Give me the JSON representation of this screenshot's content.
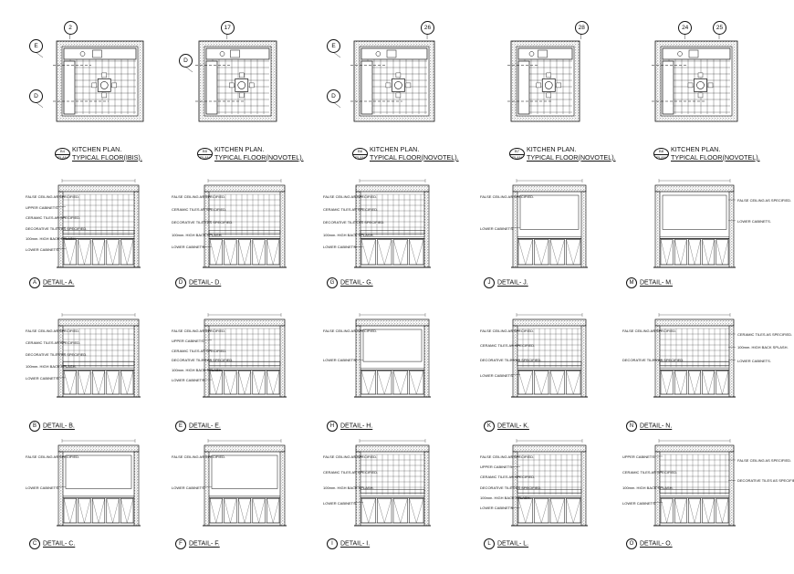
{
  "plans": [
    {
      "callouts": [
        {
          "id": "2",
          "pos": "top"
        },
        {
          "id": "E",
          "pos": "left-top"
        },
        {
          "id": "D",
          "pos": "left-bottom"
        }
      ],
      "title_line1": "KITCHEN PLAN.",
      "title_line2": "TYPICAL FLOOR(IBIS).",
      "badge_top": "B4",
      "badge_bottom": "PLAN"
    },
    {
      "callouts": [
        {
          "id": "17",
          "pos": "top"
        },
        {
          "id": "D",
          "pos": "left-mid"
        }
      ],
      "title_line1": "KITCHEN PLAN.",
      "title_line2": "TYPICAL FLOOR(NOVOTEL).",
      "badge_top": "B5",
      "badge_bottom": "PLAN"
    },
    {
      "callouts": [
        {
          "id": "26",
          "pos": "top"
        },
        {
          "id": "E",
          "pos": "left-top"
        },
        {
          "id": "D",
          "pos": "left-bottom"
        }
      ],
      "title_line1": "KITCHEN PLAN.",
      "title_line2": "TYPICAL FLOOR(NOVOTEL).",
      "badge_top": "B6",
      "badge_bottom": "PLAN"
    },
    {
      "callouts": [
        {
          "id": "28",
          "pos": "top"
        }
      ],
      "title_line1": "KITCHEN PLAN.",
      "title_line2": "TYPICAL FLOOR(NOVOTEL).",
      "badge_top": "B7",
      "badge_bottom": "PLAN"
    },
    {
      "callouts": [
        {
          "id": "24",
          "pos": "top"
        },
        {
          "id": "25",
          "pos": "top2"
        }
      ],
      "title_line1": "KITCHEN PLAN.",
      "title_line2": "TYPICAL FLOOR(NOVOTEL).",
      "badge_top": "B8",
      "badge_bottom": "PLAN"
    }
  ],
  "details": [
    {
      "letter": "A",
      "label": "DETAIL- A.",
      "variant": "tiled",
      "notes_left": [
        "FALSE CEILING AS SPECIFIED.",
        "UPPER CABINETS.",
        "CERAMIC TILES AS SPECIFIED.",
        "DECORATIVE TILES AS SPECIFIED.",
        "100mm. HIGH BACK SPLASH.",
        "LOWER CABINETS."
      ],
      "notes_right": []
    },
    {
      "letter": "D",
      "label": "DETAIL- D.",
      "variant": "tiled",
      "notes_left": [
        "FALSE CEILING AS SPECIFIED.",
        "CERAMIC TILES AS SPECIFIED.",
        "DECORATIVE TILES AS SPECIFIED.",
        "100mm. HIGH BACK SPLASH.",
        "LOWER CABINETS."
      ],
      "notes_right": []
    },
    {
      "letter": "G",
      "label": "DETAIL- G.",
      "variant": "tiled",
      "notes_left": [
        "FALSE CEILING AS SPECIFIED.",
        "CERAMIC TILES AS SPECIFIED.",
        "DECORATIVE TILES AS SPECIFIED.",
        "100mm. HIGH BACK SPLASH.",
        "LOWER CABINETS."
      ],
      "notes_right": []
    },
    {
      "letter": "J",
      "label": "DETAIL- J.",
      "variant": "plain",
      "notes_left": [
        "FALSE CEILING AS SPECIFIED.",
        "LOWER CABINETS."
      ],
      "notes_right": []
    },
    {
      "letter": "M",
      "label": "DETAIL- M.",
      "variant": "plain",
      "notes_left": [],
      "notes_right": [
        "FALSE CEILING AS SPECIFIED.",
        "LOWER CABINETS."
      ]
    },
    {
      "letter": "B",
      "label": "DETAIL- B.",
      "variant": "tiled",
      "notes_left": [
        "FALSE CEILING AS SPECIFIED.",
        "CERAMIC TILES AS SPECIFIED.",
        "DECORATIVE TILES AS SPECIFIED.",
        "100mm. HIGH BACK SPLASH.",
        "LOWER CABINETS."
      ],
      "notes_right": []
    },
    {
      "letter": "E",
      "label": "DETAIL- E.",
      "variant": "tiled",
      "notes_left": [
        "FALSE CEILING AS SPECIFIED.",
        "UPPER CABINETS.",
        "CERAMIC TILES AS SPECIFIED.",
        "DECORATIVE TILES AS SPECIFIED.",
        "100mm. HIGH BACK SPLASH.",
        "LOWER CABINETS."
      ],
      "notes_right": []
    },
    {
      "letter": "H",
      "label": "DETAIL- H.",
      "variant": "plain",
      "notes_left": [
        "FALSE CEILING AS SPECIFIED.",
        "LOWER CABINETS."
      ],
      "notes_right": []
    },
    {
      "letter": "K",
      "label": "DETAIL- K.",
      "variant": "tiled",
      "notes_left": [
        "FALSE CEILING AS SPECIFIED.",
        "CERAMIC TILES AS SPECIFIED.",
        "DECORATIVE TILES AS SPECIFIED.",
        "LOWER CABINETS."
      ],
      "notes_right": []
    },
    {
      "letter": "N",
      "label": "DETAIL- N.",
      "variant": "tiled",
      "notes_left": [
        "FALSE CEILING AS SPECIFIED.",
        "DECORATIVE TILES AS SPECIFIED."
      ],
      "notes_right": [
        "CERAMIC TILES AS SPECIFIED.",
        "100mm. HIGH BACK SPLASH.",
        "LOWER CABINETS."
      ]
    },
    {
      "letter": "C",
      "label": "DETAIL- C.",
      "variant": "plain",
      "notes_left": [
        "FALSE CEILING AS SPECIFIED.",
        "LOWER CABINETS."
      ],
      "notes_right": []
    },
    {
      "letter": "F",
      "label": "DETAIL- F.",
      "variant": "plain",
      "notes_left": [
        "FALSE CEILING AS SPECIFIED.",
        "LOWER CABINETS."
      ],
      "notes_right": []
    },
    {
      "letter": "I",
      "label": "DETAIL- I.",
      "variant": "tiled",
      "notes_left": [
        "FALSE CEILING AS SPECIFIED.",
        "CERAMIC TILES AS SPECIFIED.",
        "100mm. HIGH BACK SPLASH.",
        "LOWER CABINETS."
      ],
      "notes_right": []
    },
    {
      "letter": "L",
      "label": "DETAIL- L.",
      "variant": "tiled",
      "notes_left": [
        "FALSE CEILING AS SPECIFIED.",
        "UPPER CABINETS.",
        "CERAMIC TILES AS SPECIFIED.",
        "DECORATIVE TILES AS SPECIFIED.",
        "100mm. HIGH BACK SPLASH.",
        "LOWER CABINETS."
      ],
      "notes_right": []
    },
    {
      "letter": "O",
      "label": "DETAIL- O.",
      "variant": "tiled",
      "notes_left": [
        "UPPER CABINETS.",
        "CERAMIC TILES AS SPECIFIED.",
        "100mm. HIGH BACK SPLASH.",
        "LOWER CABINETS."
      ],
      "notes_right": [
        "FALSE CEILING AS SPECIFIED.",
        "DECORATIVE TILES AS SPECIFIED."
      ]
    }
  ]
}
